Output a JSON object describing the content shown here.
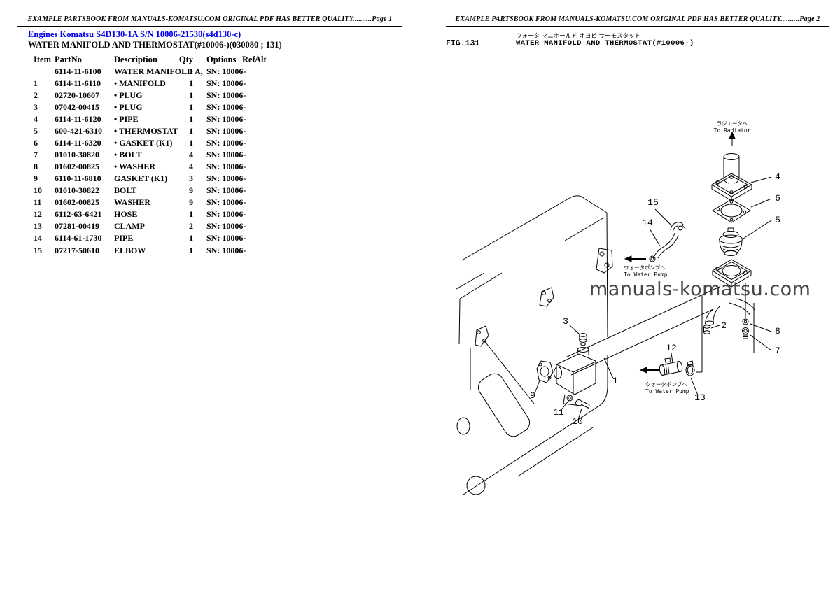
{
  "left_page": {
    "header": "EXAMPLE PARTSBOOK FROM MANUALS-KOMATSU.COM ORIGINAL PDF HAS BETTER QUALITY..........Page 1",
    "link": "Engines Komatsu S4D130-1A S/N 10006-21530(s4d130-c)",
    "title": "WATER MANIFOLD AND THERMOSTAT(#10006-)(030080 ; 131)",
    "table": {
      "headers": [
        "Item",
        "PartNo",
        "Description",
        "Qty",
        "Options",
        "Ref",
        "Alt"
      ],
      "rows": [
        {
          "item": "",
          "part": "6114-11-6100",
          "desc": "WATER MANIFOLD A,",
          "qty": "1",
          "options": "SN: 10006-"
        },
        {
          "item": "1",
          "part": "6114-11-6110",
          "desc": "• MANIFOLD",
          "qty": "1",
          "options": "SN: 10006-"
        },
        {
          "item": "2",
          "part": "02720-10607",
          "desc": "• PLUG",
          "qty": "1",
          "options": "SN: 10006-"
        },
        {
          "item": "3",
          "part": "07042-00415",
          "desc": "• PLUG",
          "qty": "1",
          "options": "SN: 10006-"
        },
        {
          "item": "4",
          "part": "6114-11-6120",
          "desc": "• PIPE",
          "qty": "1",
          "options": "SN: 10006-"
        },
        {
          "item": "5",
          "part": "600-421-6310",
          "desc": "• THERMOSTAT",
          "qty": "1",
          "options": "SN: 10006-"
        },
        {
          "item": "6",
          "part": "6114-11-6320",
          "desc": "• GASKET (K1)",
          "qty": "1",
          "options": "SN: 10006-"
        },
        {
          "item": "7",
          "part": "01010-30820",
          "desc": "• BOLT",
          "qty": "4",
          "options": "SN: 10006-"
        },
        {
          "item": "8",
          "part": "01602-00825",
          "desc": "• WASHER",
          "qty": "4",
          "options": "SN: 10006-"
        },
        {
          "item": "9",
          "part": "6110-11-6810",
          "desc": "GASKET (K1)",
          "qty": "3",
          "options": "SN: 10006-"
        },
        {
          "item": "10",
          "part": "01010-30822",
          "desc": "BOLT",
          "qty": "9",
          "options": "SN: 10006-"
        },
        {
          "item": "11",
          "part": "01602-00825",
          "desc": "WASHER",
          "qty": "9",
          "options": "SN: 10006-"
        },
        {
          "item": "12",
          "part": "6112-63-6421",
          "desc": "HOSE",
          "qty": "1",
          "options": "SN: 10006-"
        },
        {
          "item": "13",
          "part": "07281-00419",
          "desc": "CLAMP",
          "qty": "2",
          "options": "SN: 10006-"
        },
        {
          "item": "14",
          "part": "6114-61-1730",
          "desc": "PIPE",
          "qty": "1",
          "options": "SN: 10006-"
        },
        {
          "item": "15",
          "part": "07217-50610",
          "desc": "ELBOW",
          "qty": "1",
          "options": "SN: 10006-"
        }
      ]
    }
  },
  "right_page": {
    "header": "EXAMPLE PARTSBOOK FROM MANUALS-KOMATSU.COM ORIGINAL PDF HAS BETTER QUALITY..........Page 2",
    "fig_label": "FIG.131",
    "title_jp": "ウォータ マニホールド オヨビ サーモスタット",
    "title": "WATER MANIFOLD AND THERMOSTAT(#10006-)",
    "watermark": "manuals-komatsu.com",
    "annotations": {
      "to_radiator_jp": "ラジエータへ",
      "to_radiator_en": "To Radiator",
      "to_water_pump_jp": "ウォータポンプへ",
      "to_water_pump_en": "To Water Pump"
    },
    "callouts": [
      "1",
      "2",
      "3",
      "4",
      "5",
      "6",
      "7",
      "8",
      "9",
      "10",
      "11",
      "12",
      "13",
      "14",
      "15"
    ]
  },
  "colors": {
    "link_blue": "#0000EE",
    "ink": "#000000",
    "watermark_gray": "#2e2e2e"
  }
}
